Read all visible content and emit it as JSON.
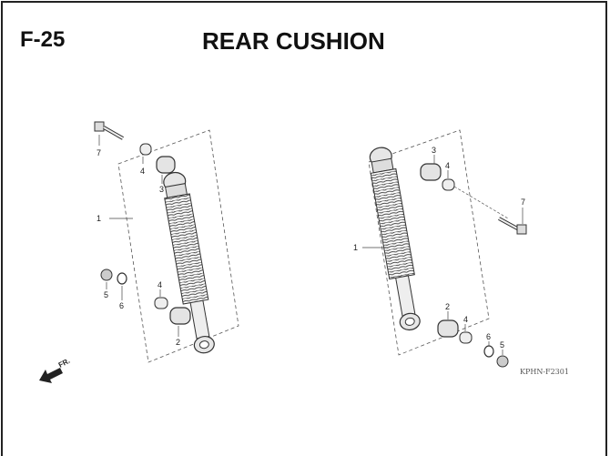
{
  "header": {
    "section_code": "F-25",
    "title": "REAR CUSHION"
  },
  "diagram": {
    "left_callouts": [
      "7",
      "4",
      "3",
      "1",
      "5",
      "6",
      "4",
      "2"
    ],
    "right_callouts": [
      "3",
      "4",
      "7",
      "1",
      "2",
      "4",
      "6",
      "5"
    ],
    "front_marker": "FR.",
    "drawing_code": "KPHN-F2301"
  }
}
